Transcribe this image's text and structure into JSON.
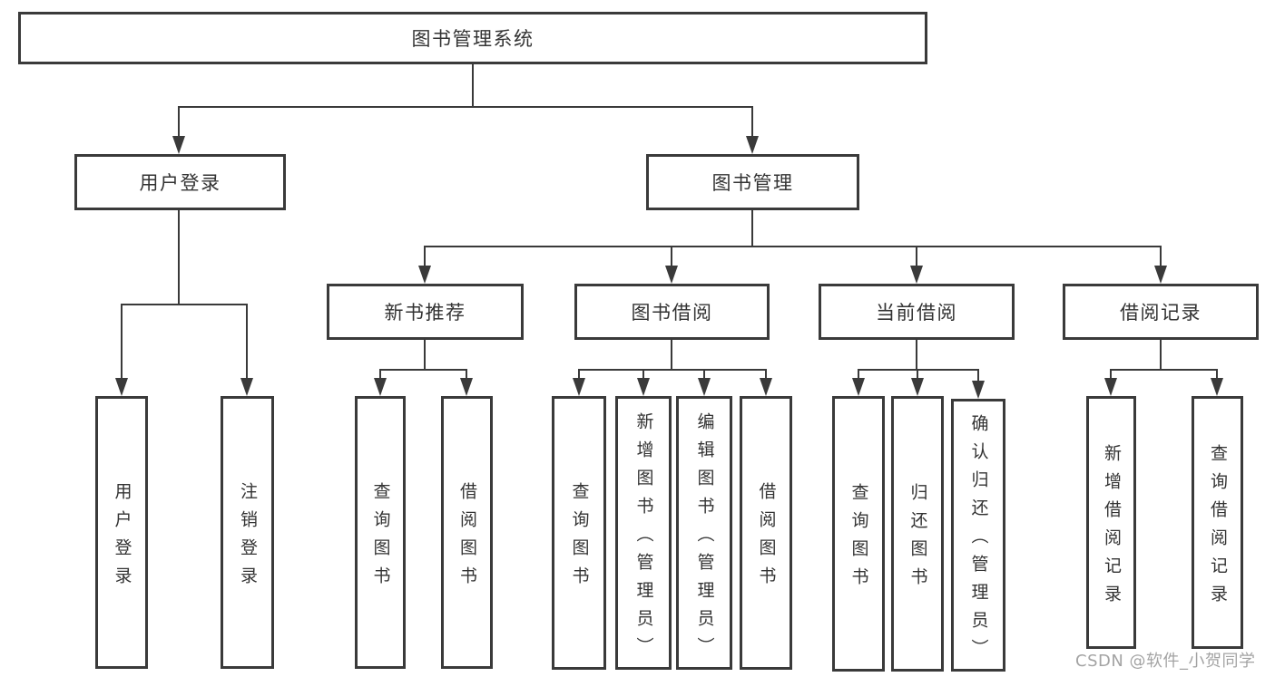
{
  "colors": {
    "line": "#3a3a3a",
    "text": "#333333",
    "box_bg": "#ffffff",
    "watermark": "#9c9c9c",
    "background": "#ffffff"
  },
  "nodes": {
    "root": {
      "label": "图书管理系统"
    },
    "userLogin": {
      "label": "用户登录"
    },
    "bookMgmt": {
      "label": "图书管理"
    },
    "newBookRec": {
      "label": "新书推荐"
    },
    "bookBorrow": {
      "label": "图书借阅"
    },
    "currentBorrow": {
      "label": "当前借阅"
    },
    "borrowRecords": {
      "label": "借阅记录"
    },
    "leafUserLogin": {
      "label": "用户登录"
    },
    "leafLogout": {
      "label": "注销登录"
    },
    "leafQueryBooks1": {
      "label": "查询图书"
    },
    "leafBorrowBooks1": {
      "label": "借阅图书"
    },
    "leafQueryBooks2": {
      "label": "查询图书"
    },
    "leafAddBook": {
      "label": "新增图书（管理员）"
    },
    "leafEditBook": {
      "label": "编辑图书（管理员）"
    },
    "leafBorrowBooks2": {
      "label": "借阅图书"
    },
    "leafQueryBooks3": {
      "label": "查询图书"
    },
    "leafReturnBook": {
      "label": "归还图书"
    },
    "leafConfirmReturn": {
      "label": "确认归还（管理员）"
    },
    "leafAddRecord": {
      "label": "新增借阅记录"
    },
    "leafQueryRecord": {
      "label": "查询借阅记录"
    }
  },
  "watermark": {
    "text": "CSDN @软件_小贺同学"
  }
}
